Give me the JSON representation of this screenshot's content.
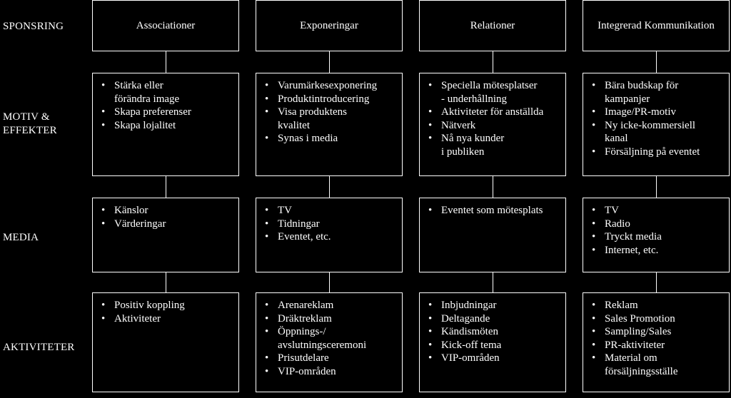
{
  "row_labels": {
    "sponsring": "SPONSRING",
    "motiv": "MOTIV &\nEFFEKTER",
    "media": "MEDIA",
    "aktiviteter": "AKTIVITETER"
  },
  "columns": [
    {
      "header": "Associationer",
      "motiv": [
        "Stärka eller\nförändra image",
        "Skapa preferenser",
        "Skapa lojalitet"
      ],
      "media": [
        "Känslor",
        "Värderingar"
      ],
      "aktiviteter": [
        "Positiv koppling",
        "Aktiviteter"
      ]
    },
    {
      "header": "Exponeringar",
      "motiv": [
        "Varumärkesexponering",
        "Produktintroducering",
        "Visa produktens\nkvalitet",
        "Synas i media"
      ],
      "media": [
        "TV",
        "Tidningar",
        "Eventet, etc."
      ],
      "aktiviteter": [
        "Arenareklam",
        "Dräktreklam",
        "Öppnings-/\navslutningsceremoni",
        "Prisutdelare",
        "VIP-områden"
      ]
    },
    {
      "header": "Relationer",
      "motiv": [
        "Speciella mötesplatser\n- underhållning",
        "Aktiviteter för anställda",
        "Nätverk",
        "Nå nya kunder\ni publiken"
      ],
      "media": [
        "Eventet som mötesplats"
      ],
      "aktiviteter": [
        "Inbjudningar",
        "Deltagande",
        "Kändismöten",
        "Kick-off tema",
        "VIP-områden"
      ]
    },
    {
      "header": "Integrerad Kommunikation",
      "motiv": [
        "Bära budskap för\nkampanjer",
        "Image/PR-motiv",
        "Ny icke-kommersiell\nkanal",
        "Försäljning på eventet"
      ],
      "media": [
        "TV",
        "Radio",
        "Tryckt media",
        "Internet, etc."
      ],
      "aktiviteter": [
        "Reklam",
        "Sales Promotion",
        "Sampling/Sales",
        "PR-aktiviteter",
        "Material om\nförsäljningsställe"
      ]
    }
  ],
  "bullet_glyph": "•"
}
